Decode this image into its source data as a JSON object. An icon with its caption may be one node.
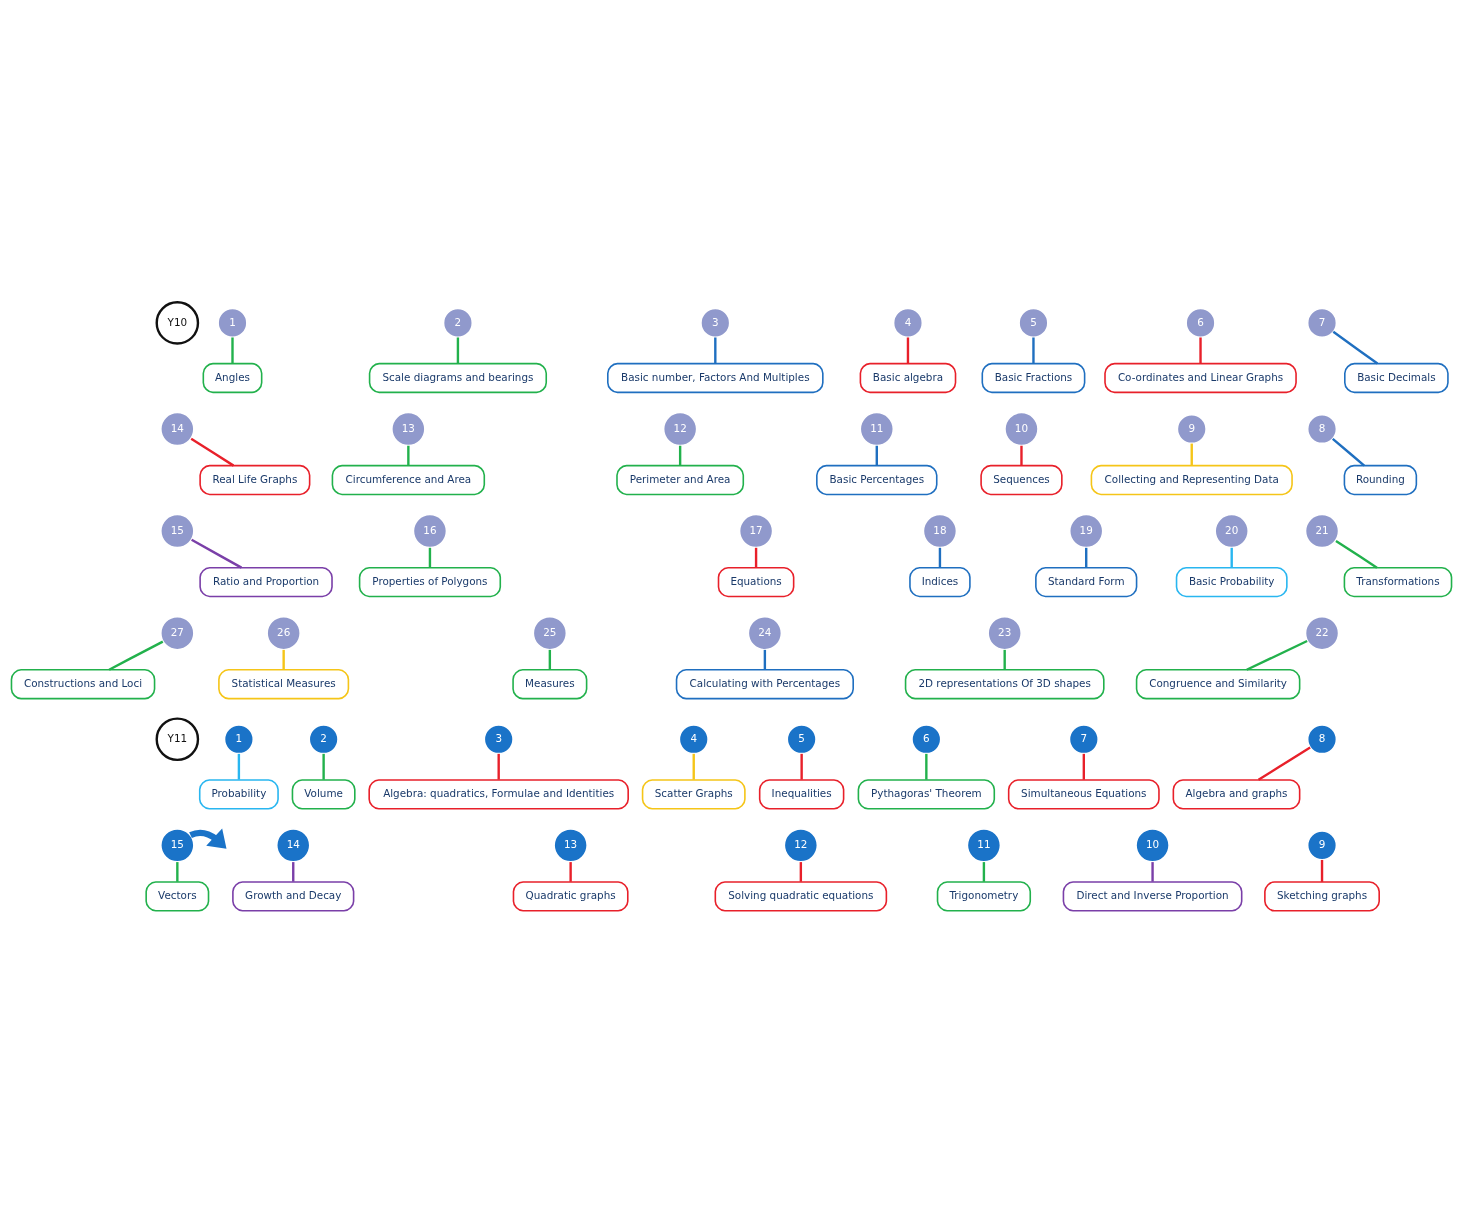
{
  "diagram": {
    "nodes": [
      {
        "text": [
          "Y10"
        ]
      },
      {
        "text": [
          "1"
        ]
      },
      {
        "text": [
          "Angles"
        ]
      },
      {
        "text": [
          "2"
        ]
      },
      {
        "text": [
          "Scale diagrams and bearings"
        ]
      },
      {
        "text": [
          "3"
        ]
      },
      {
        "text": [
          "Basic number, Factors And Multiples"
        ]
      },
      {
        "text": [
          "4"
        ]
      },
      {
        "text": [
          "Basic algebra"
        ]
      },
      {
        "text": [
          "5"
        ]
      },
      {
        "text": [
          "Basic Fractions"
        ]
      },
      {
        "text": [
          "6"
        ]
      },
      {
        "text": [
          "Co-ordinates and Linear Graphs"
        ]
      },
      {
        "text": [
          "7"
        ]
      },
      {
        "text": [
          "Basic Decimals"
        ]
      },
      {
        "text": [
          "8"
        ]
      },
      {
        "text": [
          "Rounding"
        ]
      },
      {
        "text": [
          "9"
        ]
      },
      {
        "text": [
          "Collecting and Representing Data"
        ]
      },
      {
        "text": [
          "10"
        ]
      },
      {
        "text": [
          "Sequences"
        ]
      },
      {
        "text": [
          "11"
        ]
      },
      {
        "text": [
          "Basic Percentages"
        ]
      },
      {
        "text": [
          "12"
        ]
      },
      {
        "text": [
          "Perimeter and Area"
        ]
      },
      {
        "text": [
          "13"
        ]
      },
      {
        "text": [
          "Circumference and Area"
        ]
      },
      {
        "text": [
          "14"
        ]
      },
      {
        "text": [
          "Real Life Graphs"
        ]
      },
      {
        "text": [
          "15"
        ]
      },
      {
        "text": [
          "Ratio and Proportion"
        ]
      },
      {
        "text": [
          "16"
        ]
      },
      {
        "text": [
          "Properties of Polygons"
        ]
      },
      {
        "text": [
          "17"
        ]
      },
      {
        "text": [
          "Equations"
        ]
      },
      {
        "text": [
          "18"
        ]
      },
      {
        "text": [
          "Indices"
        ]
      },
      {
        "text": [
          "19"
        ]
      },
      {
        "text": [
          "Standard Form"
        ]
      },
      {
        "text": [
          "20"
        ]
      },
      {
        "text": [
          "Basic Probability"
        ]
      },
      {
        "text": [
          "21"
        ]
      },
      {
        "text": [
          "Transformations"
        ]
      },
      {
        "text": [
          "22"
        ]
      },
      {
        "text": [
          "Congruence and Similarity"
        ]
      },
      {
        "text": [
          "23"
        ]
      },
      {
        "text": [
          "2D representations Of 3D shapes"
        ]
      },
      {
        "text": [
          "24"
        ]
      },
      {
        "text": [
          "Calculating with Percentages"
        ]
      },
      {
        "text": [
          "25"
        ]
      },
      {
        "text": [
          "Measures"
        ]
      },
      {
        "text": [
          "26"
        ]
      },
      {
        "text": [
          "Statistical Measures"
        ]
      },
      {
        "text": [
          "27"
        ]
      },
      {
        "text": [
          "Constructions and Loci"
        ]
      },
      {
        "text": [
          "Y11"
        ]
      },
      {
        "text": [
          "1"
        ]
      },
      {
        "text": [
          "Probability"
        ]
      },
      {
        "text": [
          "2"
        ]
      },
      {
        "text": [
          "Volume"
        ]
      },
      {
        "text": [
          "3"
        ]
      },
      {
        "text": [
          "Algebra: quadratics, Formulae and Identities"
        ]
      },
      {
        "text": [
          "4"
        ]
      },
      {
        "text": [
          "Scatter Graphs"
        ]
      },
      {
        "text": [
          "5"
        ]
      },
      {
        "text": [
          "Inequalities"
        ]
      },
      {
        "text": [
          "6"
        ]
      },
      {
        "text": [
          "Pythagoras' Theorem"
        ]
      },
      {
        "text": [
          "7"
        ]
      },
      {
        "text": [
          "Simultaneous Equations"
        ]
      },
      {
        "text": [
          "8"
        ]
      },
      {
        "text": [
          "Algebra and graphs"
        ]
      },
      {
        "text": [
          "9"
        ]
      },
      {
        "text": [
          "Sketching graphs"
        ]
      },
      {
        "text": [
          "10"
        ]
      },
      {
        "text": [
          "Direct and Inverse Proportion"
        ]
      },
      {
        "text": [
          "11"
        ]
      },
      {
        "text": [
          "Trigonometry"
        ]
      },
      {
        "text": [
          "12"
        ]
      },
      {
        "text": [
          "Solving quadratic equations"
        ]
      },
      {
        "text": [
          "13"
        ]
      },
      {
        "text": [
          "Quadratic graphs"
        ]
      },
      {
        "text": [
          "14"
        ]
      },
      {
        "text": [
          "Growth and Decay"
        ]
      },
      {
        "text": [
          "15"
        ]
      },
      {
        "text": [
          "Vectors"
        ]
      }
    ],
    "edges": [
      {
        "from": 1,
        "to": 2,
        "arrow": "none"
      },
      {
        "from": 3,
        "to": 4,
        "arrow": "none"
      },
      {
        "from": 5,
        "to": 6,
        "arrow": "none",
        "color": "#1f6fc0"
      },
      {
        "from": 7,
        "to": 8,
        "arrow": "none",
        "color": "#e8202a"
      },
      {
        "from": 9,
        "to": 10,
        "arrow": "none",
        "color": "#1f6fc0"
      },
      {
        "from": 11,
        "to": 12,
        "arrow": "none",
        "color": "#e8202a"
      },
      {
        "from": 13,
        "to": 14,
        "arrow": "none",
        "color": "#1f6fc0"
      },
      {
        "from": 15,
        "to": 16,
        "arrow": "none",
        "color": "#1f6fc0"
      },
      {
        "from": 17,
        "to": 18,
        "arrow": "none",
        "color": "#f5c518"
      },
      {
        "from": 19,
        "to": 20,
        "arrow": "none",
        "color": "#e8202a"
      },
      {
        "from": 21,
        "to": 22,
        "arrow": "none",
        "color": "#1f6fc0"
      },
      {
        "from": 23,
        "to": 24,
        "arrow": "none"
      },
      {
        "from": 25,
        "to": 26,
        "arrow": "none"
      },
      {
        "from": 27,
        "to": 28,
        "arrow": "none",
        "color": "#e8202a"
      },
      {
        "from": 29,
        "to": 30,
        "arrow": "none",
        "color": "#7a3fa8"
      },
      {
        "from": 31,
        "to": 32,
        "arrow": "none"
      },
      {
        "from": 33,
        "to": 34,
        "arrow": "none",
        "color": "#e8202a"
      },
      {
        "from": 35,
        "to": 36,
        "arrow": "none",
        "color": "#1f6fc0"
      },
      {
        "from": 37,
        "to": 38,
        "arrow": "none",
        "color": "#1f6fc0"
      },
      {
        "from": 39,
        "to": 40,
        "arrow": "none",
        "color": "#29b6f0"
      },
      {
        "from": 41,
        "to": 42,
        "arrow": "none"
      },
      {
        "from": 43,
        "to": 44,
        "arrow": "none"
      },
      {
        "from": 45,
        "to": 46,
        "arrow": "none"
      },
      {
        "from": 47,
        "to": 48,
        "arrow": "none",
        "color": "#1f6fc0"
      },
      {
        "from": 49,
        "to": 50,
        "arrow": "none"
      },
      {
        "from": 51,
        "to": 52,
        "arrow": "none",
        "color": "#f5c518"
      },
      {
        "from": 53,
        "to": 54,
        "arrow": "none"
      },
      {
        "from": 56,
        "to": 57,
        "arrow": "none",
        "color": "#29b6f0"
      },
      {
        "from": 58,
        "to": 59,
        "arrow": "none"
      },
      {
        "from": 60,
        "to": 61,
        "arrow": "none",
        "color": "#e8202a"
      },
      {
        "from": 62,
        "to": 63,
        "arrow": "none",
        "color": "#f5c518"
      },
      {
        "from": 64,
        "to": 65,
        "arrow": "none",
        "color": "#e8202a"
      },
      {
        "from": 66,
        "to": 67,
        "arrow": "none"
      },
      {
        "from": 68,
        "to": 69,
        "arrow": "none",
        "color": "#e8202a"
      },
      {
        "from": 70,
        "to": 71,
        "arrow": "none",
        "color": "#e8202a"
      },
      {
        "from": 72,
        "to": 73,
        "arrow": "none",
        "color": "#e8202a"
      },
      {
        "from": 74,
        "to": 75,
        "arrow": "none",
        "color": "#7a3fa8"
      },
      {
        "from": 76,
        "to": 77,
        "arrow": "none"
      },
      {
        "from": 78,
        "to": 79,
        "arrow": "none",
        "color": "#e8202a"
      },
      {
        "from": 80,
        "to": 81,
        "arrow": "none",
        "color": "#e8202a"
      },
      {
        "from": 82,
        "to": 83,
        "arrow": "none",
        "color": "#7a3fa8"
      },
      {
        "from": 84,
        "to": 85,
        "arrow": "none"
      },
      {
        "from": 84,
        "to": null,
        "arrow": "to",
        "style": "thick",
        "color": "#1a73c8"
      }
    ]
  }
}
